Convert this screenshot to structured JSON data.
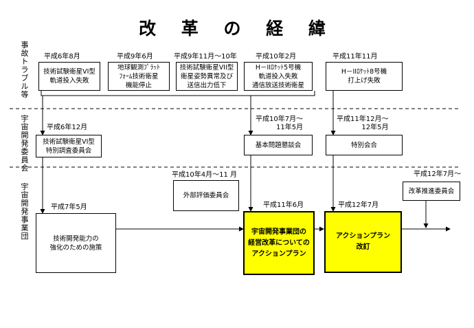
{
  "title": "改 革 の 経 緯",
  "rows": {
    "row1_label": "事故トラブル等",
    "row2_label": "宇宙開発委員会",
    "row3_label": "宇宙開発事業団"
  },
  "events": [
    {
      "date": "平成6年8月",
      "text": "技術試験衛星VI型\n軌道投入失敗"
    },
    {
      "date": "平成9年6月",
      "text": "地球観測ﾌﾟﾗｯﾄ\nﾌｫｰﾑ技術衛星\n機能停止"
    },
    {
      "date": "平成9年11月～10年",
      "text": "技術試験衛星VII型\n衛星姿勢異常及び\n送信出力低下"
    },
    {
      "date": "平成10年2月",
      "text": "H－IIﾛｹｯﾄ5号機\n軌道投入失敗\n通信放送技術衛星"
    },
    {
      "date": "平成11年11月",
      "text": "H－IIﾛｹｯﾄ8号機\n打上げ失敗"
    }
  ],
  "committee": [
    {
      "date": "平成6年12月",
      "text": "技術試験衛星VI型\n特別調査委員会"
    },
    {
      "date": "平成10年7月～\n11年5月",
      "text": "基本問題懇談会"
    },
    {
      "date": "平成11年12月～\n12年5月",
      "text": "特別会合"
    }
  ],
  "agency": [
    {
      "date": "平成7年5月",
      "text": "技術開発能力の\n強化のための施策"
    },
    {
      "date": "平成10年4月～11 月",
      "text": "外部評価委員会"
    },
    {
      "date": "平成11年6月",
      "text": "宇宙開発事業団の\n経営改革についての\nアクションプラン"
    },
    {
      "date": "平成12年7月",
      "text": "アクションプラン\n改訂"
    },
    {
      "date": "平成12年7月～",
      "text": "改革推進委員会"
    }
  ]
}
